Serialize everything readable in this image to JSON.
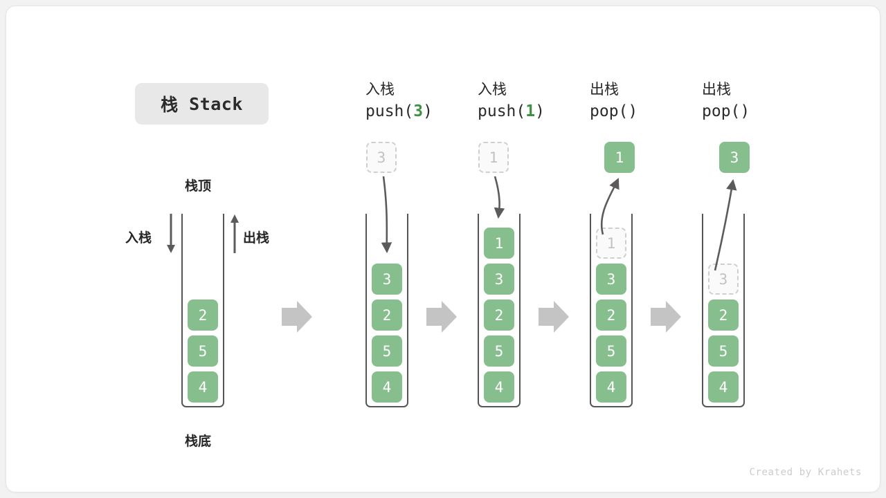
{
  "diagram": {
    "title_zh": "栈",
    "title_en": "Stack",
    "top_label": "栈顶",
    "bottom_label": "栈底",
    "push_side_label": "入栈",
    "pop_side_label": "出栈",
    "flow_arrow_icon": "right-arrow-icon",
    "colors": {
      "cell_green": "#86bf8d",
      "accent_green": "#3e9142",
      "ghost_border": "#cfcfcf",
      "ghost_text": "#c2c2c2",
      "stroke_gray": "#666666",
      "flow_arrow": "#c4c4c4",
      "badge_bg": "#e8e8e8"
    },
    "initial_stack": {
      "cells_top_to_bottom": [
        "2",
        "5",
        "4"
      ]
    },
    "steps": [
      {
        "op_zh": "入栈",
        "op_code_prefix": "push(",
        "op_code_value": "3",
        "op_code_suffix": ")",
        "floating_value": "3",
        "floating_style": "ghost",
        "floating_position": "above",
        "cells_top_to_bottom": [
          "3",
          "2",
          "5",
          "4"
        ],
        "ghost_index": -1
      },
      {
        "op_zh": "入栈",
        "op_code_prefix": "push(",
        "op_code_value": "1",
        "op_code_suffix": ")",
        "floating_value": "1",
        "floating_style": "ghost",
        "floating_position": "above",
        "cells_top_to_bottom": [
          "1",
          "3",
          "2",
          "5",
          "4"
        ],
        "ghost_index": -1
      },
      {
        "op_zh": "出栈",
        "op_code_prefix": "pop(",
        "op_code_value": "",
        "op_code_suffix": ")",
        "floating_value": "1",
        "floating_style": "solid",
        "floating_position": "above",
        "cells_top_to_bottom": [
          "1",
          "3",
          "2",
          "5",
          "4"
        ],
        "ghost_index": 0
      },
      {
        "op_zh": "出栈",
        "op_code_prefix": "pop(",
        "op_code_value": "",
        "op_code_suffix": ")",
        "floating_value": "3",
        "floating_style": "solid",
        "floating_position": "above",
        "cells_top_to_bottom": [
          "3",
          "2",
          "5",
          "4"
        ],
        "ghost_index": 0
      }
    ],
    "credit": "Created by Krahets"
  }
}
